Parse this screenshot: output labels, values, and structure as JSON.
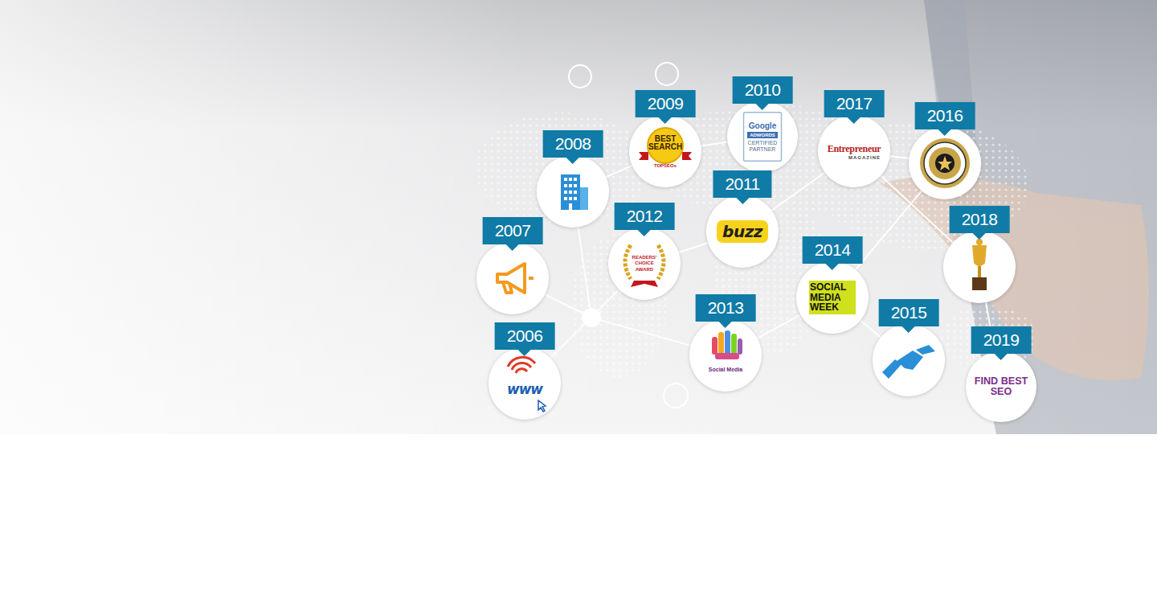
{
  "diagram": {
    "nodes": [
      {
        "text": [
          "2006",
          "www"
        ]
      },
      {
        "text": [
          "2007"
        ]
      },
      {
        "text": [
          "2008"
        ]
      },
      {
        "text": [
          "2009",
          "BEST SEARCH",
          "TOPSEOs"
        ]
      },
      {
        "text": [
          "2010",
          "Google",
          "ADWORDS",
          "CERTIFIED PARTNER"
        ]
      },
      {
        "text": [
          "2011",
          "buzz"
        ]
      },
      {
        "text": [
          "2012",
          "READERS' CHOICE AWARD"
        ]
      },
      {
        "text": [
          "2013",
          "Social Media"
        ]
      },
      {
        "text": [
          "2014",
          "SOCIAL MEDIA WEEK"
        ]
      },
      {
        "text": [
          "2015"
        ]
      },
      {
        "text": [
          "2016"
        ]
      },
      {
        "text": [
          "2017",
          "Entrepreneur",
          "MAGAZINE"
        ]
      },
      {
        "text": [
          "2018"
        ]
      },
      {
        "text": [
          "2019",
          "FIND BEST SEO"
        ]
      }
    ],
    "edges": [
      {
        "from": 2,
        "to": 3,
        "arrow": "none"
      },
      {
        "from": 3,
        "to": 4,
        "arrow": "none"
      },
      {
        "from": 4,
        "to": 5,
        "arrow": "none"
      },
      {
        "from": 6,
        "to": 5,
        "arrow": "none"
      },
      {
        "from": 5,
        "to": 11,
        "arrow": "none"
      },
      {
        "from": 11,
        "to": 10,
        "arrow": "none"
      },
      {
        "from": 11,
        "to": 12,
        "arrow": "none"
      },
      {
        "from": 12,
        "to": 13,
        "arrow": "none"
      },
      {
        "from": 7,
        "to": 8,
        "arrow": "none"
      },
      {
        "from": 8,
        "to": 9,
        "arrow": "none"
      },
      {
        "from": 8,
        "to": 10,
        "arrow": "none"
      }
    ]
  }
}
